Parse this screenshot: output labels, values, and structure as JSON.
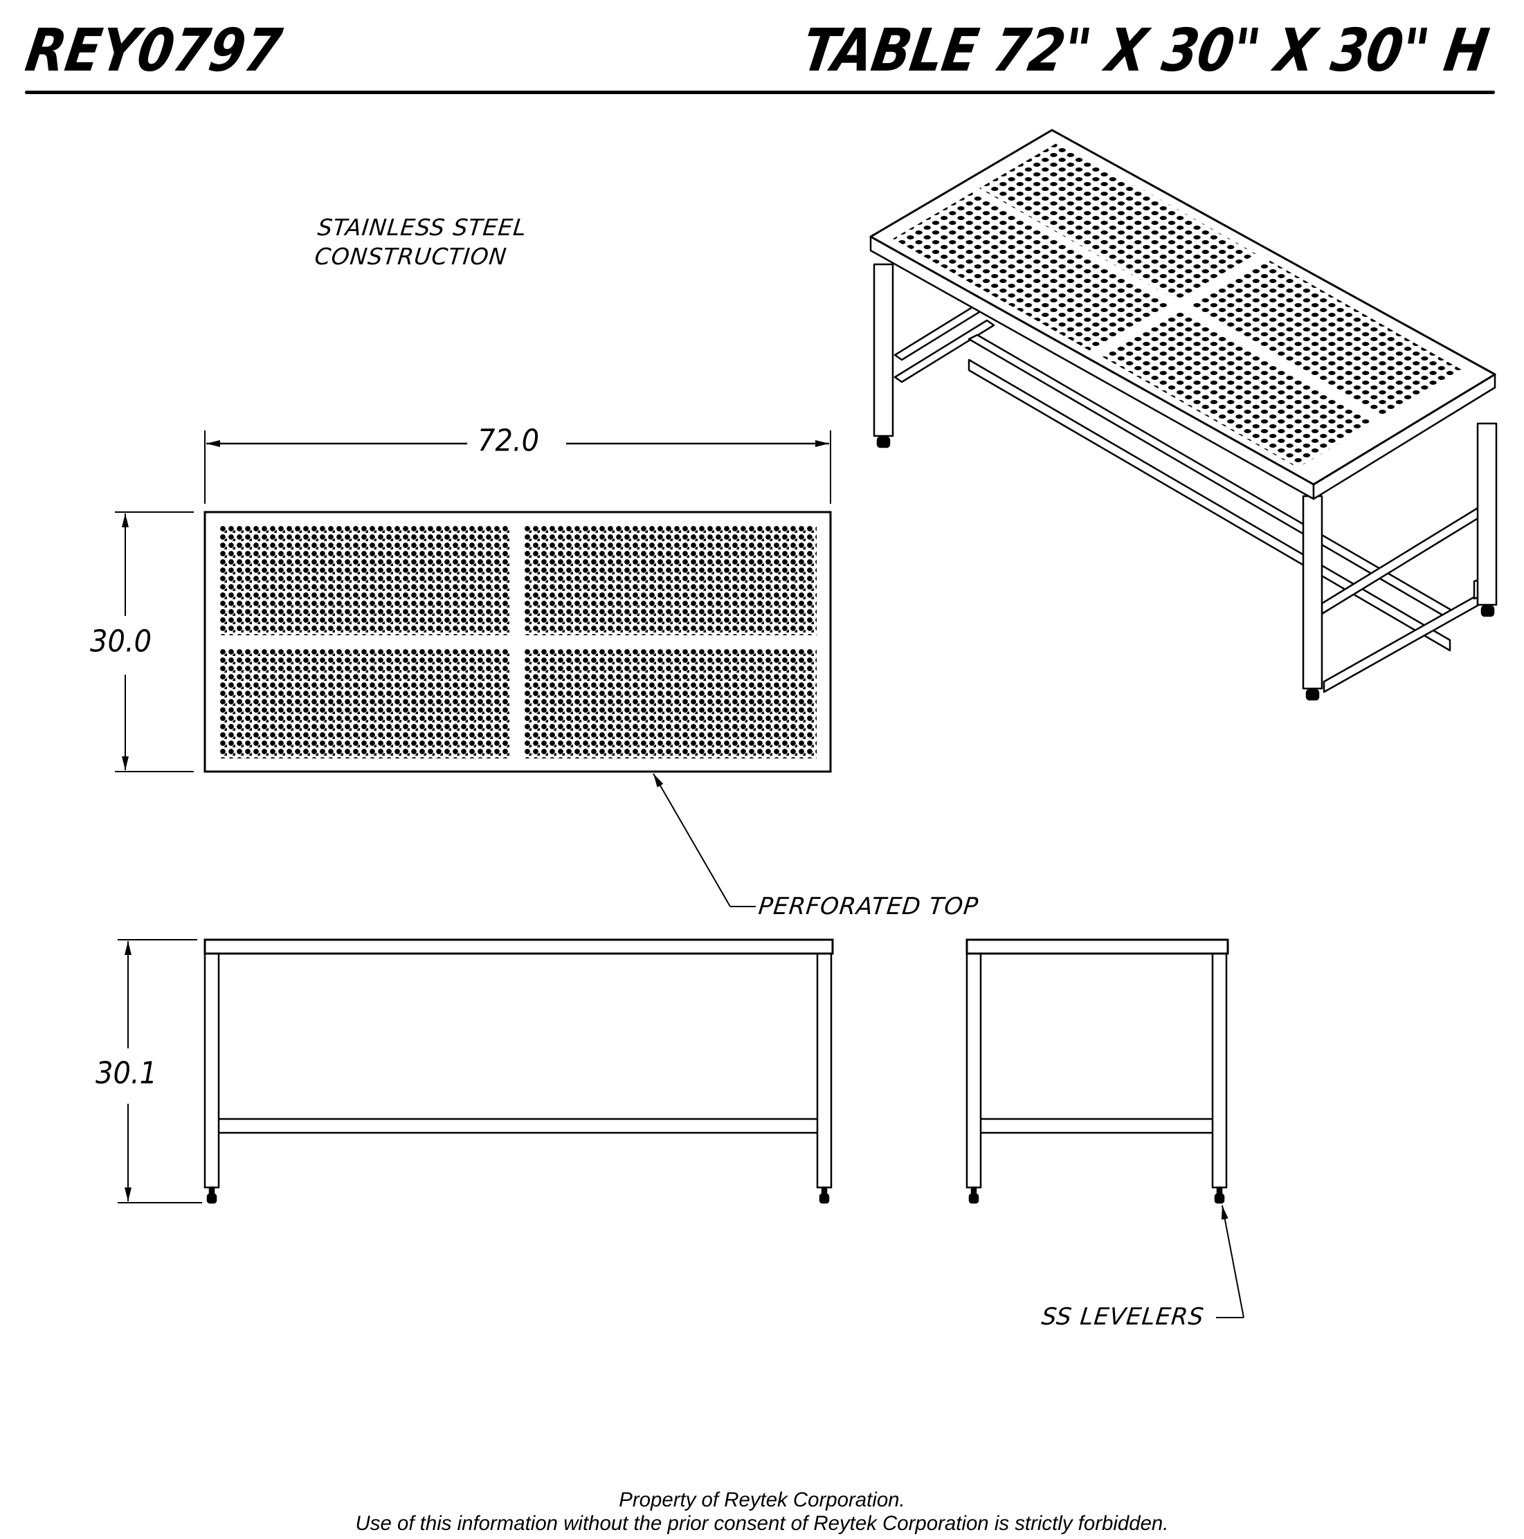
{
  "header": {
    "drawing_number": "REY0797",
    "title": "TABLE 72\" X 30\" X 30\" H"
  },
  "notes": {
    "material_line1": "STAINLESS STEEL",
    "material_line2": "CONSTRUCTION"
  },
  "top_view": {
    "width_dimension": "72.0",
    "depth_dimension": "30.0",
    "panels": 4
  },
  "front_view": {
    "height_dimension": "30.1"
  },
  "callouts": {
    "top": "PERFORATED TOP",
    "levelers": "SS LEVELERS"
  },
  "footer": {
    "line1": "Property of Reytek Corporation.",
    "line2": "Use of this information without the prior consent of Reytek Corporation is strictly forbidden."
  },
  "colors": {
    "ink": "#000000",
    "paper": "#ffffff"
  }
}
